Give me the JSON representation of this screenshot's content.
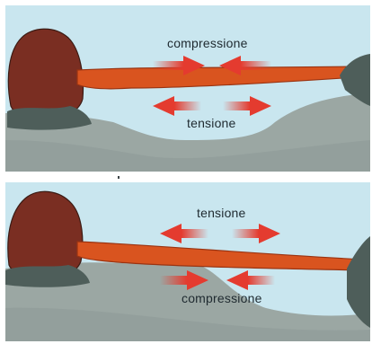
{
  "diagram": {
    "panels": [
      {
        "id": "top",
        "labels": {
          "upper": "compressione",
          "lower": "tensione"
        }
      },
      {
        "id": "bottom",
        "labels": {
          "upper": "tensione",
          "lower": "compressione"
        }
      }
    ]
  },
  "colors": {
    "sky": "#c9e6ef",
    "ground": "#9ba7a3",
    "ground_dark": "#7c8885",
    "trunk": "#d9541f",
    "trunk_dark": "#9a3412",
    "root": "#7a2e22",
    "foliage": "#4e5e5a",
    "arrow": "#e43b2f",
    "text": "#1f2a30"
  }
}
